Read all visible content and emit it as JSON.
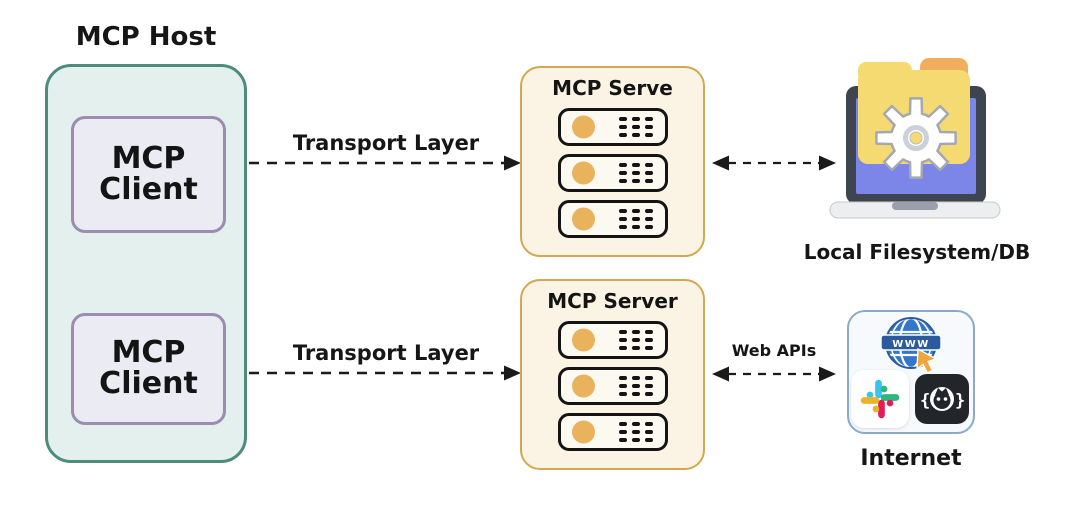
{
  "host": {
    "title": "MCP Host",
    "clients": [
      {
        "label": "MCP Client"
      },
      {
        "label": "MCP Client"
      }
    ]
  },
  "servers": [
    {
      "title": "MCP Serve"
    },
    {
      "title": "MCP Server"
    }
  ],
  "connections": {
    "transport_top_label": "Transport Layer",
    "transport_bottom_label": "Transport Layer",
    "web_apis_label": "Web APIs"
  },
  "endpoints": {
    "filesystem": {
      "label": "Local Filesystem/DB",
      "icon": "folder-gear-laptop-icon"
    },
    "internet": {
      "label": "Internet",
      "globe_text": "WWW",
      "icons": [
        "globe-www-icon",
        "slack-icon",
        "github-icon"
      ]
    }
  },
  "icons": {
    "rack_led": "orange-circle",
    "rack_vents": "dash-grid-3x3",
    "arrows": "dashed-arrow"
  },
  "colors": {
    "host_fill": "#e3f0ee",
    "host_border": "#4d8b7d",
    "client_fill": "#ebebf3",
    "client_border": "#9c8cb0",
    "server_fill": "#fbf4e4",
    "server_border": "#d0a950",
    "rack_outline": "#141414",
    "rack_led": "#e9b25c",
    "arrow": "#1a1a1a",
    "internet_fill": "#f6fafd",
    "internet_border": "#8ca9c9",
    "laptop_frame": "#3e4450",
    "laptop_screen": "#7b86e8",
    "laptop_base": "#eceef0",
    "laptop_notch": "#9aa0ab",
    "folder_yellow": "#f5da72",
    "folder_orange": "#f1ae5f",
    "gear_white": "#ffffff",
    "gear_outline": "#a3a8b2",
    "globe_blue": "#3377cc",
    "globe_banner": "#2b5a9e",
    "cursor_orange": "#f0a63c",
    "slack_blue": "#36C5F0",
    "slack_green": "#2EB67D",
    "slack_red": "#E01E5A",
    "slack_yellow": "#ECB22E",
    "github_bg": "#22262b"
  }
}
